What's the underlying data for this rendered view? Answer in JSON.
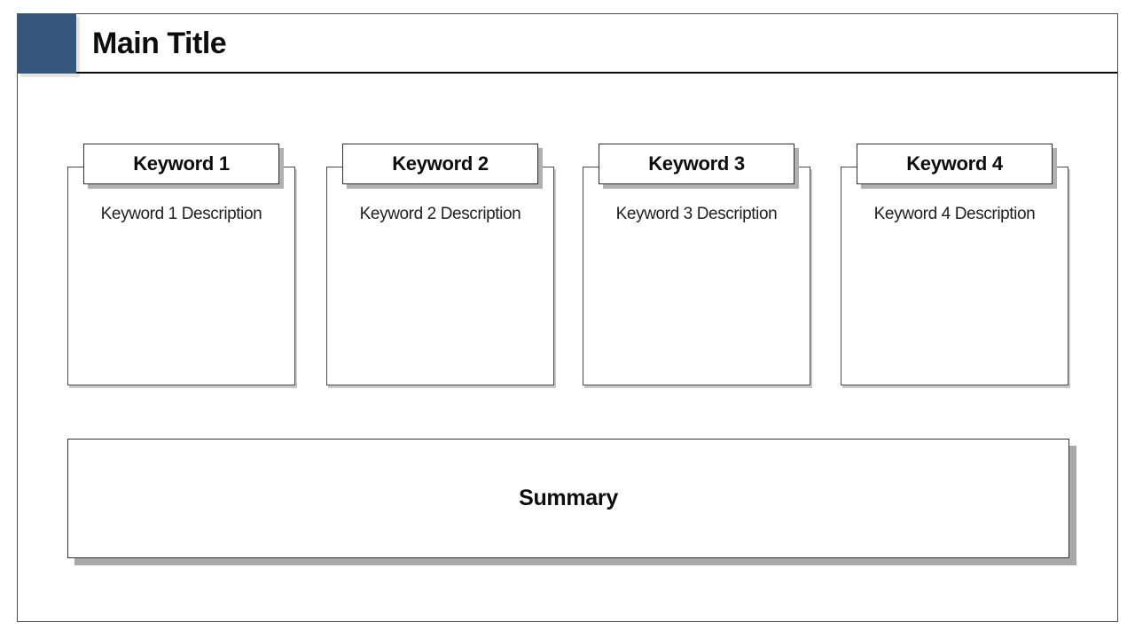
{
  "title": "Main Title",
  "accent_color": "#35567D",
  "cards": [
    {
      "keyword": "Keyword 1",
      "description": "Keyword 1 Description"
    },
    {
      "keyword": "Keyword 2",
      "description": "Keyword 2 Description"
    },
    {
      "keyword": "Keyword 3",
      "description": "Keyword 3 Description"
    },
    {
      "keyword": "Keyword 4",
      "description": "Keyword 4 Description"
    }
  ],
  "summary": {
    "label": "Summary"
  }
}
